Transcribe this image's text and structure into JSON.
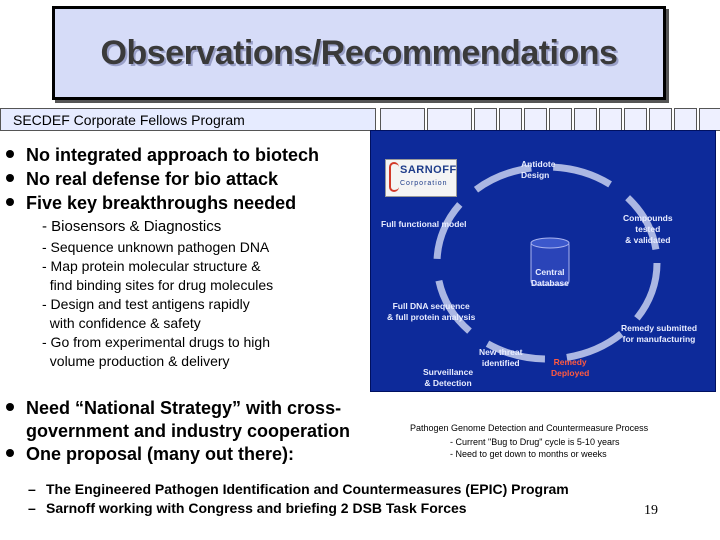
{
  "title": "Observations/Recommendations",
  "banner": "SECDEF Corporate Fellows Program",
  "bullets_top": [
    "No integrated approach to biotech",
    "No real defense for bio attack",
    "Five key breakthroughs needed"
  ],
  "sub_main": "- Biosensors & Diagnostics",
  "sub_items": [
    "- Sequence unknown pathogen DNA",
    "- Map protein molecular structure &",
    "  find binding sites for drug molecules",
    "- Design and test antigens rapidly",
    "  with confidence & safety",
    "- Go from experimental drugs to high",
    "  volume production & delivery"
  ],
  "bullets_bottom": [
    "Need “National Strategy” with cross-",
    "government and industry cooperation",
    "One proposal (many out there):"
  ],
  "graphic": {
    "logo_name": "SARNOFF",
    "logo_sub": "Corporation",
    "labels": {
      "antidote": "Antidote\nDesign",
      "compounds": "Compounds\ntested\n& validated",
      "full_functional": "Full functional model",
      "central": "Central\nDatabase",
      "full_dna": "Full DNA sequence\n& full protein analysis",
      "remedy_submitted": "Remedy submitted\nfor manufacturing",
      "new_threat": "New threat\nidentified",
      "remedy_deployed": "Remedy\nDeployed",
      "surveillance": "Surveillance\n& Detection"
    },
    "bg_color": "#0d2a9a"
  },
  "caption": {
    "line1": "Pathogen Genome Detection and Countermeasure Process",
    "line2": "- Current \"Bug to Drug\" cycle is 5-10 years",
    "line3": "- Need to get down to months or weeks"
  },
  "dash_items": [
    "The Engineered Pathogen Identification and Countermeasures (EPIC) Program",
    "Sarnoff working with Congress and briefing 2 DSB Task Forces"
  ],
  "page_number": "19"
}
